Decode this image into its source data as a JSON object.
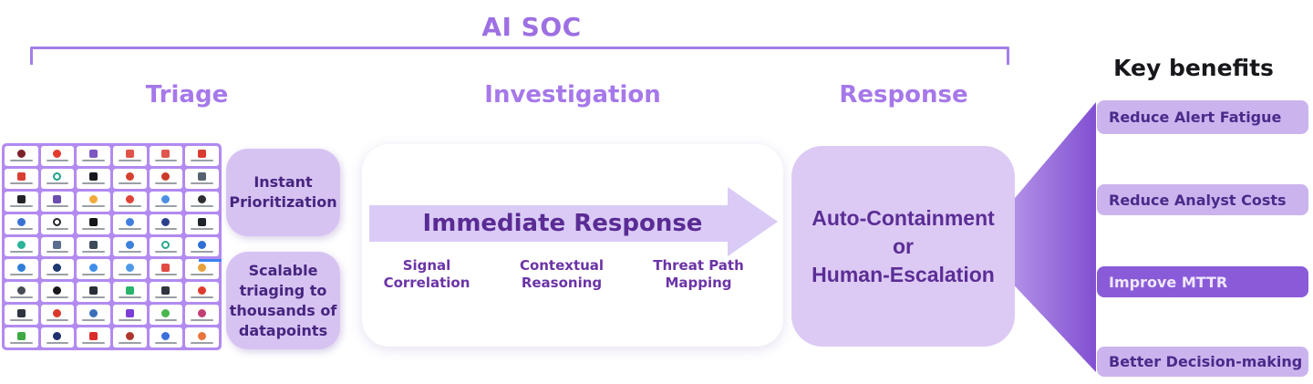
{
  "header": {
    "title": "AI SOC"
  },
  "columns": {
    "triage": "Triage",
    "investigation": "Investigation",
    "response": "Response"
  },
  "triage": {
    "box1": {
      "lines": [
        "Instant",
        "Prioritization"
      ]
    },
    "box2": {
      "lines": [
        "Scalable",
        "triaging to",
        "thousands of",
        "datapoints"
      ]
    }
  },
  "investigation": {
    "arrow_label": "Immediate Response",
    "steps": [
      {
        "lines": [
          "Signal",
          "Correlation"
        ]
      },
      {
        "lines": [
          "Contextual",
          "Reasoning"
        ]
      },
      {
        "lines": [
          "Threat Path",
          "Mapping"
        ]
      }
    ]
  },
  "response": {
    "lines": [
      "Auto-Containment",
      "or",
      "Human-Escalation"
    ]
  },
  "benefits": {
    "title": "Key benefits",
    "items": [
      {
        "label": "Reduce Alert Fatigue",
        "variant": "light"
      },
      {
        "label": "Reduce Analyst Costs",
        "variant": "light"
      },
      {
        "label": "Improve MTTR",
        "variant": "dark"
      },
      {
        "label": "Better Decision-making",
        "variant": "light"
      }
    ]
  },
  "integrations": {
    "rows": 9,
    "cols": 6,
    "icons": [
      {
        "color": "#7a212b",
        "shape": "ci"
      },
      {
        "color": "#e23b2e",
        "shape": "ci"
      },
      {
        "color": "#7c58c0",
        "shape": "sq"
      },
      {
        "color": "#e05348",
        "shape": "sq"
      },
      {
        "color": "#e0564c",
        "shape": "sq"
      },
      {
        "color": "#d93b30",
        "shape": "sq"
      },
      {
        "color": "#d93f33",
        "shape": "sq"
      },
      {
        "color": "#1fa08a",
        "shape": "ri"
      },
      {
        "color": "#17181d",
        "shape": "sq"
      },
      {
        "color": "#d6402f",
        "shape": "ci"
      },
      {
        "color": "#c93a28",
        "shape": "ci"
      },
      {
        "color": "#56606e",
        "shape": "sq"
      },
      {
        "color": "#23242b",
        "shape": "sq"
      },
      {
        "color": "#6b4fae",
        "shape": "sq"
      },
      {
        "color": "#f2a93b",
        "shape": "ci"
      },
      {
        "color": "#e04335",
        "shape": "ci"
      },
      {
        "color": "#4b8fe2",
        "shape": "ci"
      },
      {
        "color": "#2d2d33",
        "shape": "ci"
      },
      {
        "color": "#3a72d4",
        "shape": "ci"
      },
      {
        "color": "#23272f",
        "shape": "ri"
      },
      {
        "color": "#14161a",
        "shape": "sq"
      },
      {
        "color": "#3f7ede",
        "shape": "ci"
      },
      {
        "color": "#2b3f8c",
        "shape": "ci"
      },
      {
        "color": "#1f232c",
        "shape": "sq"
      },
      {
        "color": "#2bb39b",
        "shape": "ci"
      },
      {
        "color": "#5b6c8e",
        "shape": "sq"
      },
      {
        "color": "#3c4a5c",
        "shape": "sq"
      },
      {
        "color": "#3b82dc",
        "shape": "ci"
      },
      {
        "color": "#28a88f",
        "shape": "ri"
      },
      {
        "color": "#2f6fd8",
        "shape": "ci"
      },
      {
        "color": "#2f7fd8",
        "shape": "ci"
      },
      {
        "color": "#1e3a70",
        "shape": "ci"
      },
      {
        "color": "#3f8fe8",
        "shape": "ci"
      },
      {
        "color": "#4f9ae8",
        "shape": "ci"
      },
      {
        "color": "#e24a42",
        "shape": "sq"
      },
      {
        "color": "#e8a23c",
        "shape": "ci"
      },
      {
        "color": "#454a55",
        "shape": "ci"
      },
      {
        "color": "#17191f",
        "shape": "ci"
      },
      {
        "color": "#2b2f38",
        "shape": "sq"
      },
      {
        "color": "#28b46b",
        "shape": "sq"
      },
      {
        "color": "#30343e",
        "shape": "sq"
      },
      {
        "color": "#e03a2e",
        "shape": "ci"
      },
      {
        "color": "#2e3440",
        "shape": "sq"
      },
      {
        "color": "#da3a2a",
        "shape": "ci"
      },
      {
        "color": "#3b6eb8",
        "shape": "ci"
      },
      {
        "color": "#7b3fd8",
        "shape": "sq"
      },
      {
        "color": "#4bb54d",
        "shape": "ci"
      },
      {
        "color": "#c43e74",
        "shape": "ci"
      },
      {
        "color": "#3fa844",
        "shape": "sq"
      },
      {
        "color": "#20306e",
        "shape": "ci"
      },
      {
        "color": "#d92d2c",
        "shape": "sq"
      },
      {
        "color": "#b0372c",
        "shape": "ci"
      },
      {
        "color": "#3a6ed8",
        "shape": "ci"
      },
      {
        "color": "#e8743c",
        "shape": "ci"
      }
    ]
  },
  "colors": {
    "heading_purple": "#a678ea",
    "title_purple": "#9d6fe3",
    "bracket_purple": "#a57ee9",
    "lavender_fill": "#d7c3f2",
    "lavender_text": "#46257f",
    "arrow_fill": "#dacbf6",
    "arrow_text": "#5a2b94",
    "step_text": "#6b34a6",
    "response_fill": "#dccaf4",
    "response_text": "#5b2d95",
    "pill_light_bg": "#cbb4ee",
    "pill_light_text": "#4a2a8a",
    "pill_dark_bg": "#8a5bd8",
    "pill_dark_text": "#efe7fc",
    "benefits_title_text": "#17171c",
    "funnel_gradient_from": "#c9adf0",
    "funnel_gradient_to": "#8150d2",
    "grid_gutter": "#b28af0",
    "selection_underline": "#3b82f0"
  }
}
